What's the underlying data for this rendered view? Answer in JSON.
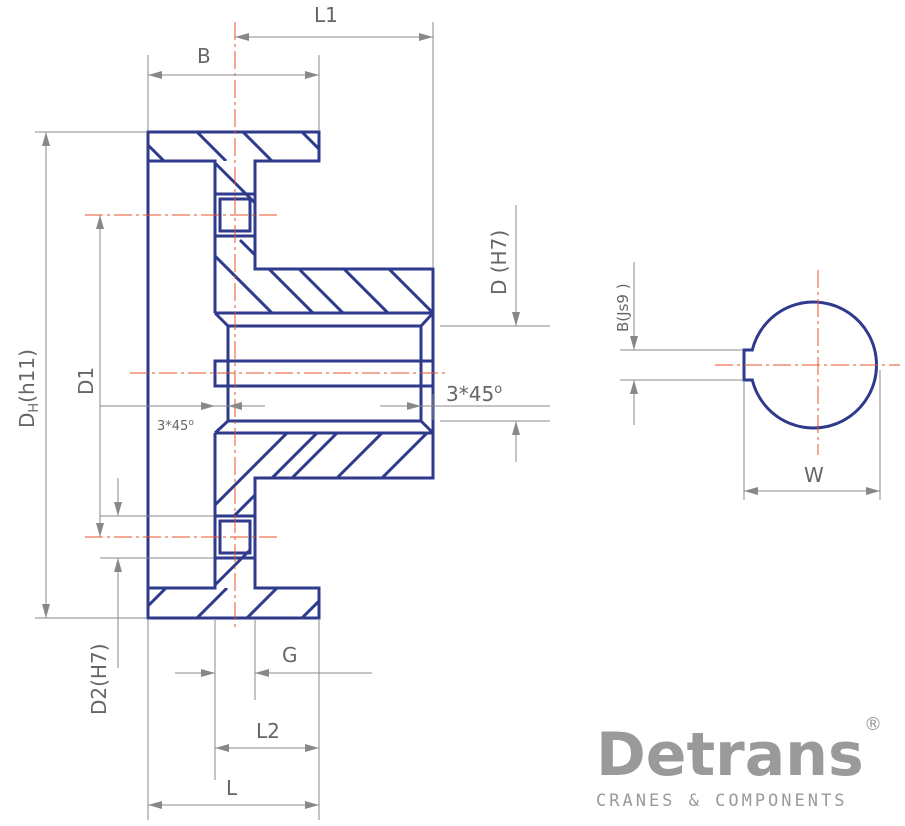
{
  "labels": {
    "L1": "L1",
    "B": "B",
    "DH_main": "D",
    "DH_sub": "H",
    "DH_tail": "(h11)",
    "D1": "D1",
    "D_H7": "D (H7)",
    "chamfer_large": "3*45",
    "chamfer_large_deg": "o",
    "chamfer_small": "3*45",
    "chamfer_small_deg": "o",
    "G": "G",
    "D2_H7": "D2(H7)",
    "L2": "L2",
    "L": "L",
    "B_Js9": "B(Js9 )",
    "W": "W"
  },
  "logo": {
    "name": "Detrans",
    "registered": "®",
    "tagline": "CRANES & COMPONENTS"
  },
  "colors": {
    "part_outline": "#2e3a8c",
    "centerline": "#e8532b",
    "dimension": "#888888",
    "logo": "#9a9a9a"
  }
}
